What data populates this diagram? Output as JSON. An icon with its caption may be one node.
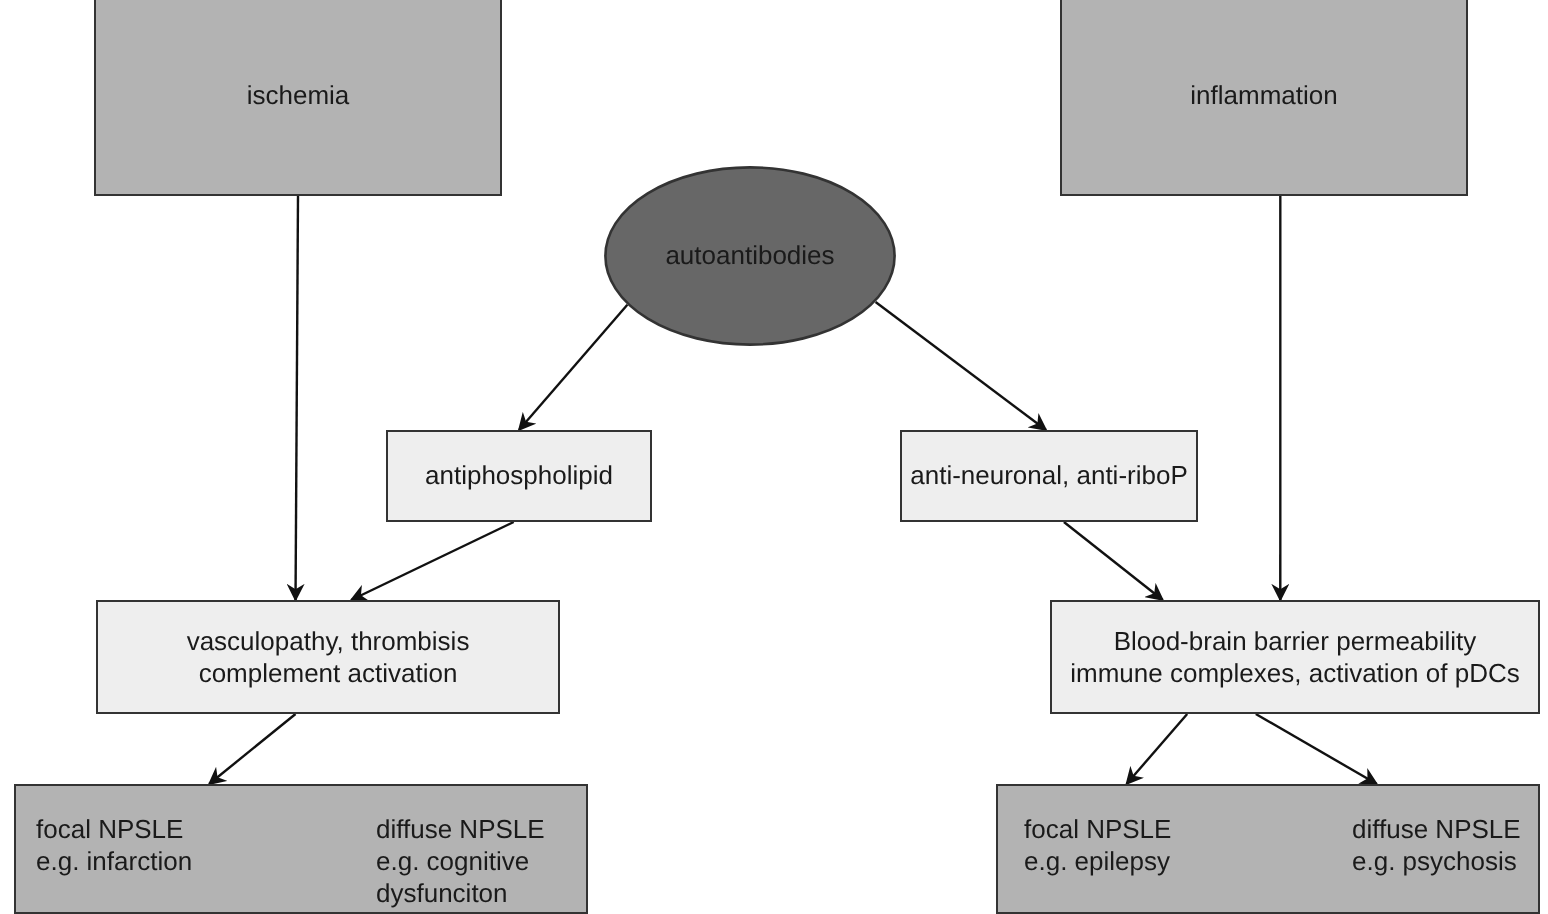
{
  "diagram": {
    "nodes": [
      {
        "text": [
          "ischemia"
        ]
      },
      {
        "text": [
          "inflammation"
        ]
      },
      {
        "text": [
          "autoantibodies"
        ]
      },
      {
        "text": [
          "antiphospholipid"
        ]
      },
      {
        "text": [
          "anti-neuronal, anti-riboP"
        ]
      },
      {
        "text": [
          "vasculopathy, thrombisis complement activation"
        ]
      },
      {
        "text": [
          "Blood-brain barrier permeability immune complexes, activation of pDCs"
        ]
      },
      {
        "text": [
          "focal NPSLE e.g. infarction",
          "diffuse NPSLE e.g. cognitive dysfunciton"
        ]
      },
      {
        "text": [
          "focal NPSLE e.g. epilepsy",
          "diffuse NPSLE e.g. psychosis"
        ]
      }
    ],
    "edges": [
      {
        "from": 0,
        "to": 5,
        "arrow": "to"
      },
      {
        "from": 2,
        "to": 3,
        "arrow": "to"
      },
      {
        "from": 2,
        "to": 4,
        "arrow": "to"
      },
      {
        "from": 1,
        "to": 6,
        "arrow": "to"
      },
      {
        "from": 3,
        "to": 5,
        "arrow": "to"
      },
      {
        "from": 4,
        "to": 6,
        "arrow": "to"
      },
      {
        "from": 5,
        "to": 7,
        "arrow": "to"
      },
      {
        "from": 6,
        "to": 8,
        "arrow": "to"
      },
      {
        "from": 6,
        "to": 8,
        "arrow": "to"
      }
    ]
  }
}
